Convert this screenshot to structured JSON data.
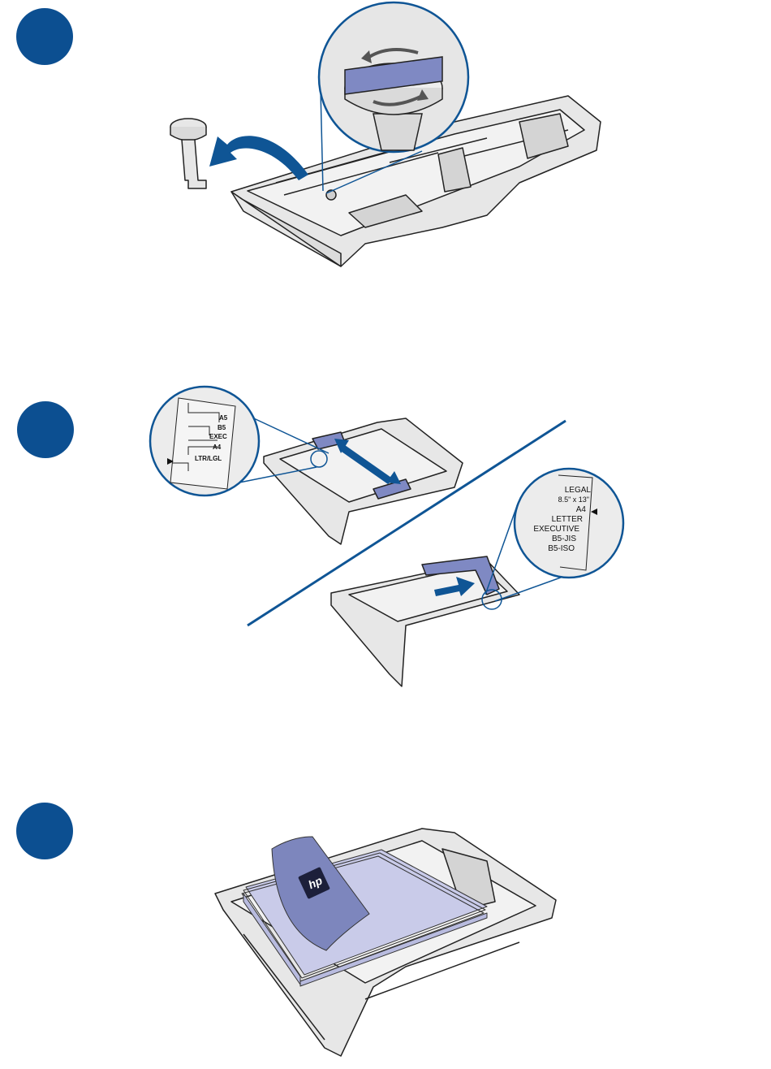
{
  "colors": {
    "step_marker": "#0c4f91",
    "arrow_blue": "#0f5595",
    "guide_blue": "#7f89c3",
    "paper": "#c9cbe9",
    "cover": "#7d86bd",
    "tray_gray": "#e7e7e7",
    "line": "#222222"
  },
  "icons": [
    "pin-icon",
    "curved-arrow-icon",
    "double-arrow-icon",
    "push-arrow-icon",
    "rotate-arrows-icon",
    "hp-logo-icon"
  ],
  "step2": {
    "width_scale": [
      "A5",
      "B5",
      "EXEC",
      "A4",
      "LTR/LGL"
    ],
    "length_scale": [
      "LEGAL",
      "8.5\" x 13\"",
      "A4",
      "LETTER",
      "EXECUTIVE",
      "B5-JIS",
      "B5-ISO"
    ]
  },
  "step3": {
    "brand_mark": "hp"
  }
}
